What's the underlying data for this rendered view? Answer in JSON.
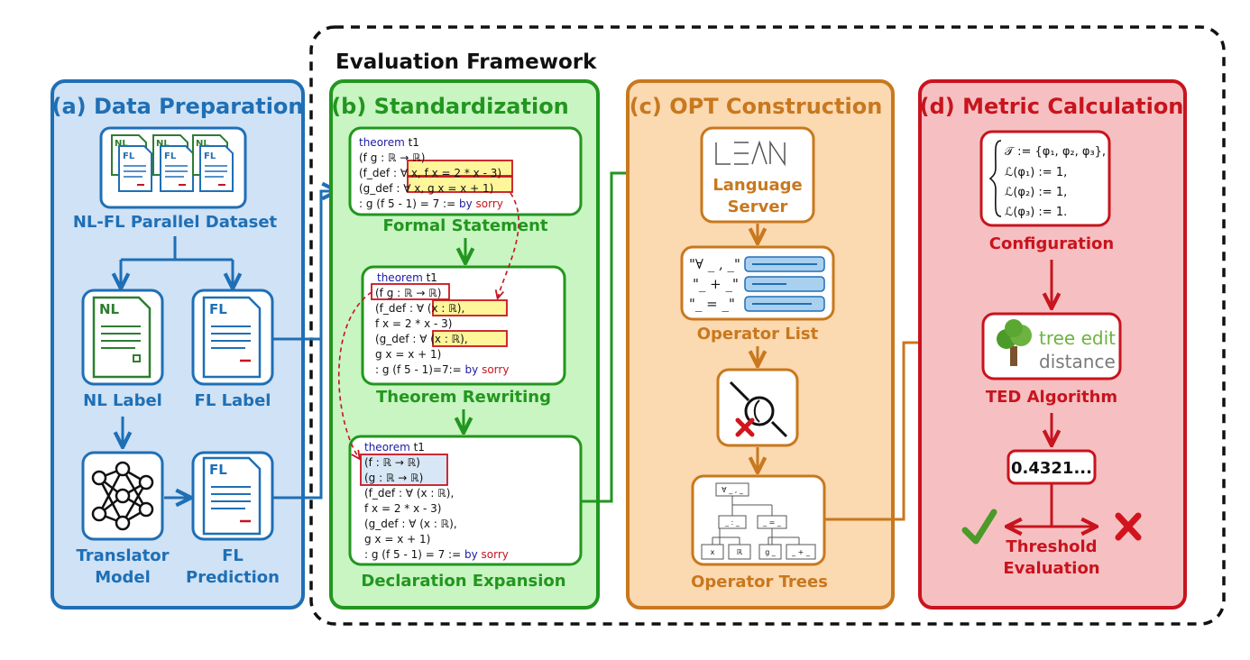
{
  "framework": {
    "title": "Evaluation Framework"
  },
  "colors": {
    "blue": "#1f6fb5",
    "blue_fill": "#cfe2f6",
    "green": "#22961f",
    "green_fill": "#c8f5c2",
    "orange": "#c8781e",
    "orange_fill": "#fbd9b1",
    "red": "#c8141e",
    "red_fill": "#f6c0c2",
    "doc_blue": "#1f6fb5",
    "doc_green": "#2e7d32",
    "yellow": "#fff59a"
  },
  "panels": {
    "a": {
      "title": "(a) Data Preparation",
      "dataset_label": "NL-FL Parallel Dataset",
      "stack_nl": "NL",
      "stack_fl": "FL",
      "nl_doc": "NL",
      "fl_doc": "FL",
      "pred_doc": "FL",
      "nl_label": "NL Label",
      "fl_label": "FL Label",
      "model_line1": "Translator",
      "model_line2": "Model",
      "pred_line1": "FL",
      "pred_line2": "Prediction",
      "icons": [
        "document-stack-icon",
        "neural-network-icon",
        "document-icon"
      ]
    },
    "b": {
      "title": "(b) Standardization",
      "box1": {
        "caption": "Formal Statement",
        "l1_kw": "theorem",
        "l1_name": " t1",
        "l2": "(f g : ℝ → ℝ)",
        "l3_pre": "(f_def : ",
        "l3_hl": "∀ x, f x",
        "l3_post": " = 2 * x - 3)",
        "l4_pre": "(g_def : ",
        "l4_hl": "∀ x, g x",
        "l4_post": " = x + 1)",
        "l5_pre": ": g (f 5 - 1) = 7 := ",
        "l5_by": "by",
        "l5_sorry": " sorry"
      },
      "box2": {
        "caption": "Theorem Rewriting",
        "l1_kw": "theorem",
        "l1_name": " t1",
        "l2": "(f g : ℝ → ℝ)",
        "l3_pre": "(f_def : ",
        "l3_hl": "∀ (x : ℝ)",
        "l3_post": ",",
        "l4": " f x = 2 * x - 3)",
        "l5_pre": "(g_def : ",
        "l5_hl": "∀ (x : ℝ)",
        "l5_post": ",",
        "l6": " g x = x + 1)",
        "l7_pre": ": g (f 5 - 1)=7:= ",
        "l7_by": "by",
        "l7_sorry": " sorry"
      },
      "box3": {
        "caption": "Declaration Expansion",
        "l1_kw": "theorem",
        "l1_name": " t1",
        "l2": "(f : ℝ → ℝ)",
        "l3": "(g : ℝ → ℝ)",
        "l4": "(f_def : ∀ (x : ℝ),",
        "l5": " f x = 2 * x - 3)",
        "l6": "(g_def : ∀ (x : ℝ),",
        "l7": " g x = x + 1)",
        "l8_pre": ": g (f 5 - 1) = 7 := ",
        "l8_by": "by",
        "l8_sorry": " sorry"
      }
    },
    "c": {
      "title": "(c) OPT Construction",
      "lean_logo": "LEAN",
      "server_line1": "Language",
      "server_line2": "Server",
      "ops": [
        "\"∀ _ , _\"",
        "\"_ + _\"",
        "\"_ = _\""
      ],
      "operator_list": "Operator List",
      "operator_trees": "Operator Trees",
      "tree_root": "∀ _ , _",
      "tree_mid": [
        "_ : _",
        "_ = _"
      ],
      "tree_leaves": [
        "x",
        "ℝ",
        "g _",
        "_ + _"
      ],
      "icons": [
        "lean-logo",
        "magnifier-parse-icon",
        "operator-tree-icon"
      ]
    },
    "d": {
      "title": "(d) Metric Calculation",
      "config_lines": [
        "𝒯 := {φ₁, φ₂, φ₃},",
        "ℒ(φ₁) := 1,",
        "ℒ(φ₂) := 1,",
        "ℒ(φ₃) := 1."
      ],
      "configuration": "Configuration",
      "ted_logo_1": "tree edit",
      "ted_logo_2": "distance",
      "ted_algorithm": "TED Algorithm",
      "score": "0.4321...",
      "threshold_1": "Threshold",
      "threshold_2": "Evaluation",
      "icons": [
        "tree-icon",
        "check-icon",
        "cross-icon"
      ]
    }
  }
}
